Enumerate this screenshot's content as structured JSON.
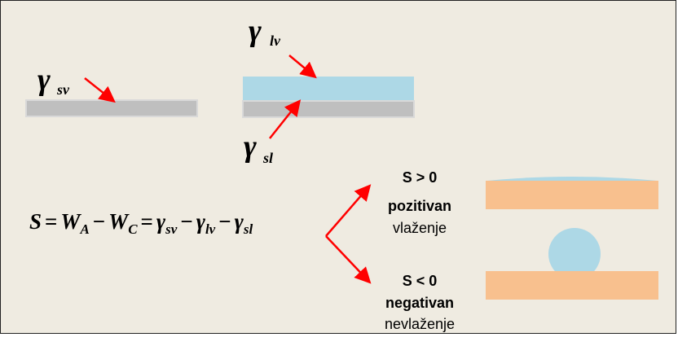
{
  "colors": {
    "background": "#efebe1",
    "solid": "#bfbfbf",
    "liquid_film": "#add8e6",
    "substrate": "#f8c08e",
    "arrow": "#ff0000"
  },
  "labels": {
    "gamma": "γ",
    "sv": "sv",
    "lv": "lv",
    "sl": "sl"
  },
  "formula": {
    "S": "S",
    "eq": "=",
    "W": "W",
    "A": "A",
    "minus": "−",
    "C": "C",
    "g": "γ",
    "sv": "sv",
    "lv": "lv",
    "sl": "sl"
  },
  "cases": {
    "positive": {
      "condition": "S > 0",
      "name": "pozitivan",
      "meaning": "vlaženje"
    },
    "negative": {
      "condition": "S < 0",
      "name": "negativan",
      "meaning": "nevlaženje"
    }
  }
}
